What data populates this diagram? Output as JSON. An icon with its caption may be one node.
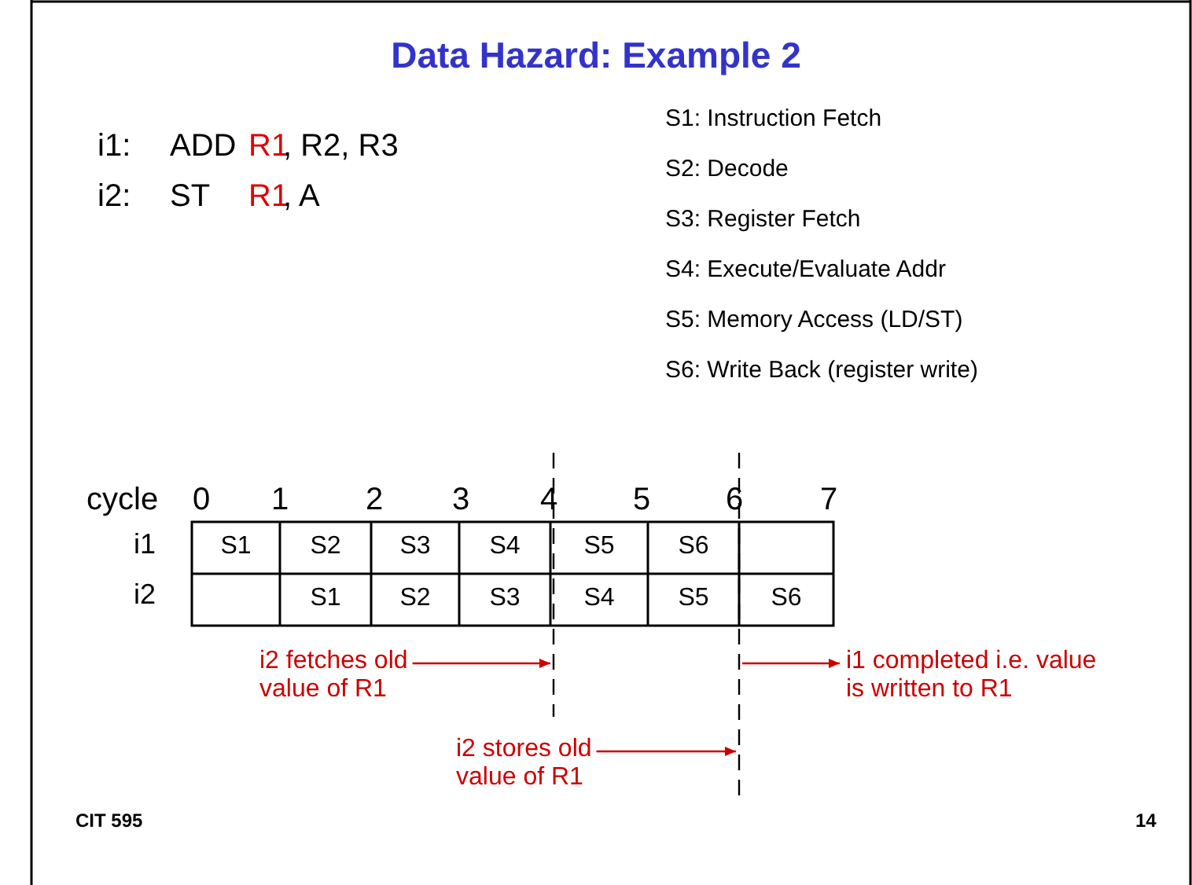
{
  "diagram": {
    "title": "Data Hazard: Example 2",
    "nodes": [
      {
        "text": [
          "i2 fetches old value of R1"
        ]
      },
      {
        "text": [
          "i2 stores old value of R1"
        ]
      },
      {
        "text": [
          "i1 completed i.e. value is written to R1"
        ]
      }
    ],
    "edges": [
      {
        "from": 0,
        "to": null,
        "arrow": "to"
      },
      {
        "from": 1,
        "to": null,
        "arrow": "to"
      },
      {
        "from": null,
        "to": 2,
        "arrow": "to"
      }
    ],
    "labels": [
      "i1:",
      "ADD",
      "R1",
      ", R2, R3",
      "i2:",
      "ST",
      "R1",
      ", A",
      "S1: Instruction Fetch",
      "S2: Decode",
      "S3: Register Fetch",
      "S4: Execute/Evaluate Addr",
      "S5: Memory Access (LD/ST)",
      "S6: Write Back (register write)",
      "cycle",
      "0",
      "1",
      "2",
      "3",
      "4",
      "5",
      "6",
      "7",
      "i1",
      "S1",
      "S2",
      "S3",
      "S4",
      "S5",
      "S6",
      "i2",
      "S1",
      "S2",
      "S3",
      "S4",
      "S5",
      "S6",
      "CIT 595",
      "14"
    ]
  }
}
